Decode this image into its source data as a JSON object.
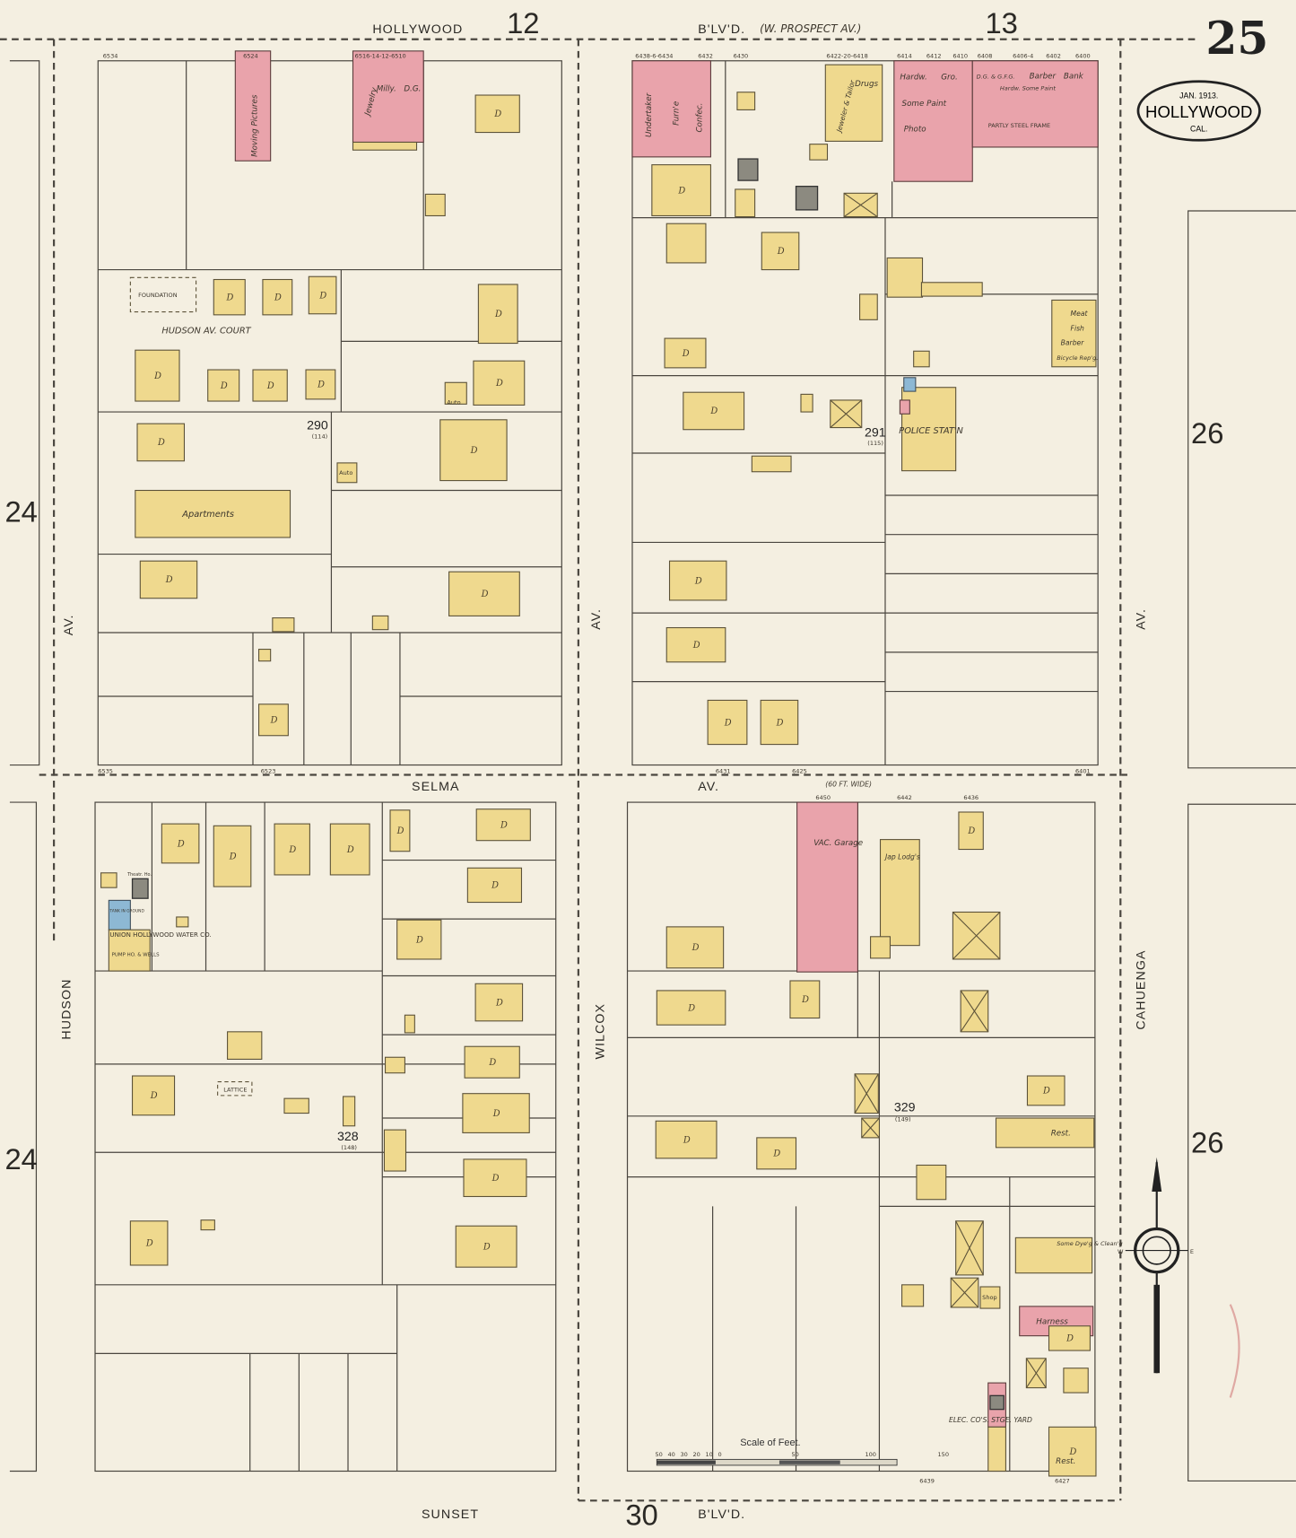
{
  "title": {
    "date": "JAN. 1913.",
    "city": "HOLLYWOOD",
    "state": "CAL.",
    "sheet_number": "25"
  },
  "streets": {
    "hollywood": "HOLLYWOOD",
    "blvd_top": "B'LV'D.",
    "prospect": "(W. PROSPECT AV.)",
    "selma": "SELMA",
    "selma_av": "AV.",
    "selma_width": "(60 FT. WIDE)",
    "sunset": "SUNSET",
    "blvd_bottom": "B'LV'D.",
    "hudson": "HUDSON",
    "hudson_av": "AV.",
    "wilcox": "WILCOX",
    "wilcox_av": "AV.",
    "cahuenga": "CAHUENGA",
    "cahuenga_av": "AV."
  },
  "adjacent_sheets": {
    "north_left": "12",
    "north_right": "13",
    "west_top": "24",
    "west_bottom": "24",
    "east_top": "26",
    "east_bottom": "26",
    "south": "30"
  },
  "block_numbers": [
    {
      "block": "290",
      "sub": "(114)"
    },
    {
      "block": "291",
      "sub": "(115)"
    },
    {
      "block": "328",
      "sub": "(148)"
    },
    {
      "block": "329",
      "sub": "(149)"
    }
  ],
  "map_symbols": {
    "dwelling": "D"
  },
  "building_labels": {
    "moving_pictures": "Moving Pictures",
    "jewelry": "Jewelry",
    "milly": "Milly.",
    "dg": "D.G.",
    "undertaker": "Undertaker",
    "furn": "Furn'e",
    "confec": "Confec.",
    "jeweler_tailor": "Jeweler & Tailor",
    "drugs": "Drugs",
    "hardw": "Hardw.",
    "gro": "Gro.",
    "some_paint": "Some Paint",
    "photo": "Photo",
    "dg_gfg": "D.G. & G.F.G.",
    "hardw2": "Hardw. Some Paint",
    "barber": "Barber",
    "bank": "Bank",
    "partly_steel_frame": "PARTLY STEEL FRAME",
    "foundation": "FOUNDATION",
    "hudson_court": "HUDSON AV. COURT",
    "apartments": "Apartments",
    "auto": "Auto",
    "meat": "Meat",
    "fish": "Fish",
    "barber2": "Barber",
    "bicycle": "Bicycle Rep'g.",
    "police": "POLICE STAT'N",
    "union_water": "UNION HOLLYWOOD WATER CO.",
    "pump": "PUMP HO. & WELLS",
    "tank": "TANK IN GROUND",
    "theatre": "Theatr. Ho.",
    "lattice": "LATTICE",
    "vac_garage": "VAC. Garage",
    "jap_lodg": "Jap Lodg's",
    "rest": "Rest.",
    "some_dyeg": "Some Dye'g & Clean'g",
    "harness": "Harness",
    "shop": "Shop",
    "elec_yard": "ELEC. CO'S. STGE. YARD",
    "rest2": "Rest."
  },
  "addresses": {
    "a6534": "6534",
    "a6524": "6524",
    "a6516": "6516-14-12-6510",
    "a6438": "6438-6-6434",
    "a6432": "6432",
    "a6430": "6430",
    "a6422": "6422-20-6418",
    "a6414": "6414",
    "a6412": "6412",
    "a6410": "6410",
    "a6408": "6408",
    "a6406": "6406-4",
    "a6402": "6402",
    "a6400": "6400",
    "a6535": "6535",
    "a6523": "6523",
    "a6431": "6431",
    "a6425": "6425",
    "a6401": "6401",
    "a6450": "6450",
    "a6442": "6442",
    "a6436": "6436",
    "a6439": "6439",
    "a6427": "6427"
  },
  "scale": {
    "title": "Scale of Feet.",
    "ticks": [
      "50",
      "40",
      "30",
      "20",
      "10",
      "0",
      "50",
      "100",
      "150"
    ]
  },
  "compass": {
    "west": "W",
    "east": "E"
  },
  "colors": {
    "brick": "#e9a3ab",
    "frame": "#efd98e",
    "stone": "#8db8d4",
    "paper": "#f4efe1"
  }
}
